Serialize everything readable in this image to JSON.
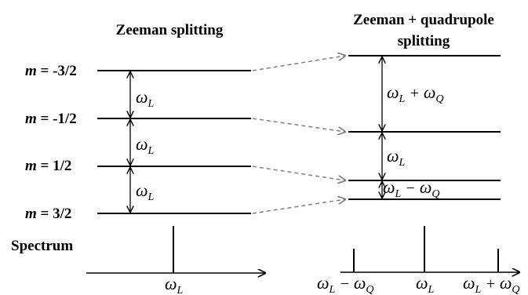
{
  "left": {
    "title": "Zeeman splitting",
    "levels": [
      {
        "m_label": "m",
        "m_value": " = -3/2"
      },
      {
        "m_label": "m",
        "m_value": " = -1/2"
      },
      {
        "m_label": "m",
        "m_value": " = 1/2"
      },
      {
        "m_label": "m",
        "m_value": " = 3/2"
      }
    ],
    "gaps": [
      {
        "symbol": "ω",
        "sub": "L"
      },
      {
        "symbol": "ω",
        "sub": "L"
      },
      {
        "symbol": "ω",
        "sub": "L"
      }
    ],
    "spectrum": {
      "symbol": "ω",
      "sub": "L"
    }
  },
  "right": {
    "title_line1": "Zeeman + quadrupole",
    "title_line2": "splitting",
    "gaps": [
      {
        "a": "ω",
        "a_sub": "L",
        "op": " + ",
        "b": "ω",
        "b_sub": "Q"
      },
      {
        "a": "ω",
        "a_sub": "L"
      },
      {
        "a": "ω",
        "a_sub": "L",
        "op": " − ",
        "b": "ω",
        "b_sub": "Q"
      }
    ],
    "spectrum": [
      {
        "a": "ω",
        "a_sub": "L",
        "op": " − ",
        "b": "ω",
        "b_sub": "Q"
      },
      {
        "a": "ω",
        "a_sub": "L"
      },
      {
        "a": "ω",
        "a_sub": "L",
        "op": " + ",
        "b": "ω",
        "b_sub": "Q"
      }
    ]
  },
  "spectrum_label": "Spectrum",
  "colors": {
    "line": "#000000",
    "dashed": "#808080"
  }
}
